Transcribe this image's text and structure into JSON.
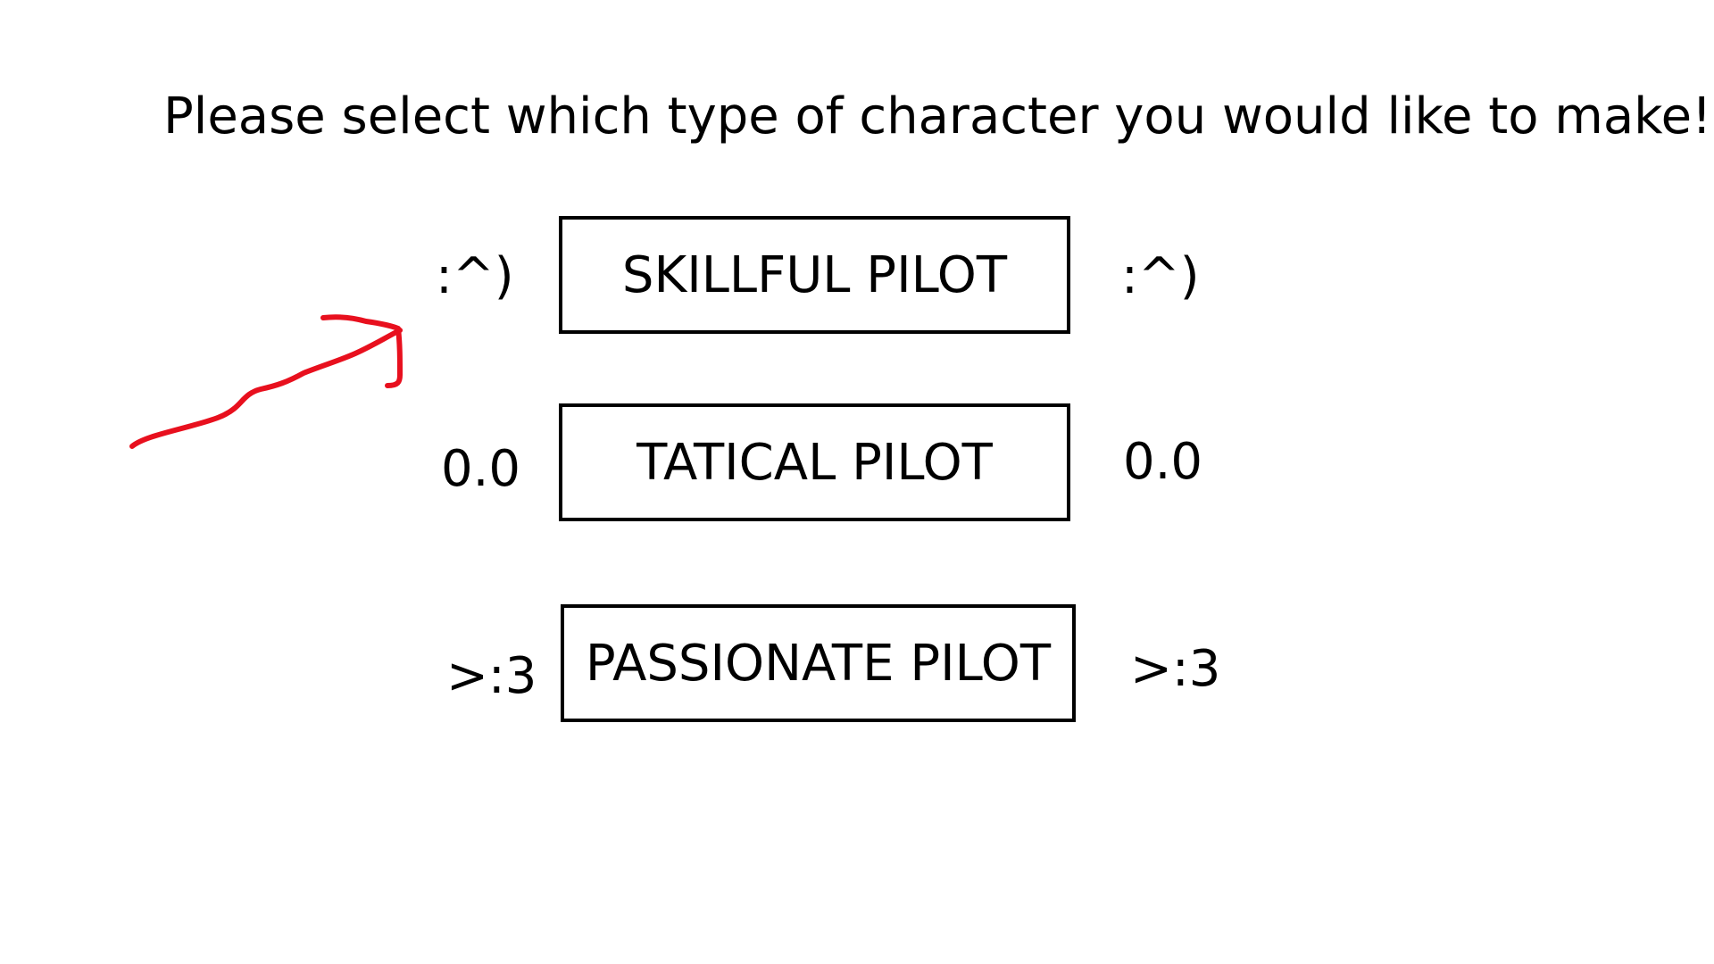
{
  "prompt": "Please select which type of character you would like to make!",
  "options": [
    {
      "label": "SKILLFUL PILOT",
      "face_left": ":^)",
      "face_right": ":^)"
    },
    {
      "label": "TATICAL PILOT",
      "face_left": "0.0",
      "face_right": "0.0"
    },
    {
      "label": "PASSIONATE PILOT",
      "face_left": ">:3",
      "face_right": ">:3"
    }
  ],
  "selected_option": "SKILLFUL PILOT",
  "colors": {
    "background": "#ffffff",
    "text": "#000000",
    "border": "#000000",
    "arrow": "#e8101e"
  },
  "icons": {
    "pointer": "hand-drawn-arrow-icon"
  }
}
